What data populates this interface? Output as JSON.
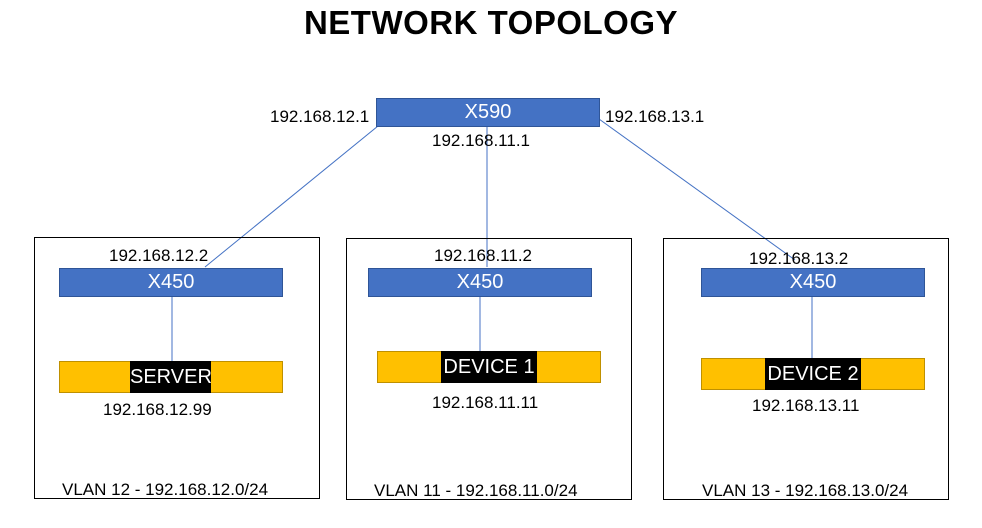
{
  "title": "NETWORK TOPOLOGY",
  "core": {
    "name": "X590",
    "ip_left": "192.168.12.1",
    "ip_right": "192.168.13.1",
    "ip_bottom": "192.168.11.1"
  },
  "vlans": [
    {
      "switch_name": "X450",
      "switch_ip": "192.168.12.2",
      "device_name": "SERVER",
      "device_ip": "192.168.12.99",
      "vlan_label": "VLAN 12 - 192.168.12.0/24"
    },
    {
      "switch_name": "X450",
      "switch_ip": "192.168.11.2",
      "device_name": "DEVICE 1",
      "device_ip": "192.168.11.11",
      "vlan_label": "VLAN 11 - 192.168.11.0/24"
    },
    {
      "switch_name": "X450",
      "switch_ip": "192.168.13.2",
      "device_name": "DEVICE 2",
      "device_ip": "192.168.13.11",
      "vlan_label": "VLAN 13 - 192.168.13.0/24"
    }
  ],
  "colors": {
    "switch_fill": "#4472c4",
    "device_fill": "#ffc000",
    "link_color": "#4472c4"
  }
}
